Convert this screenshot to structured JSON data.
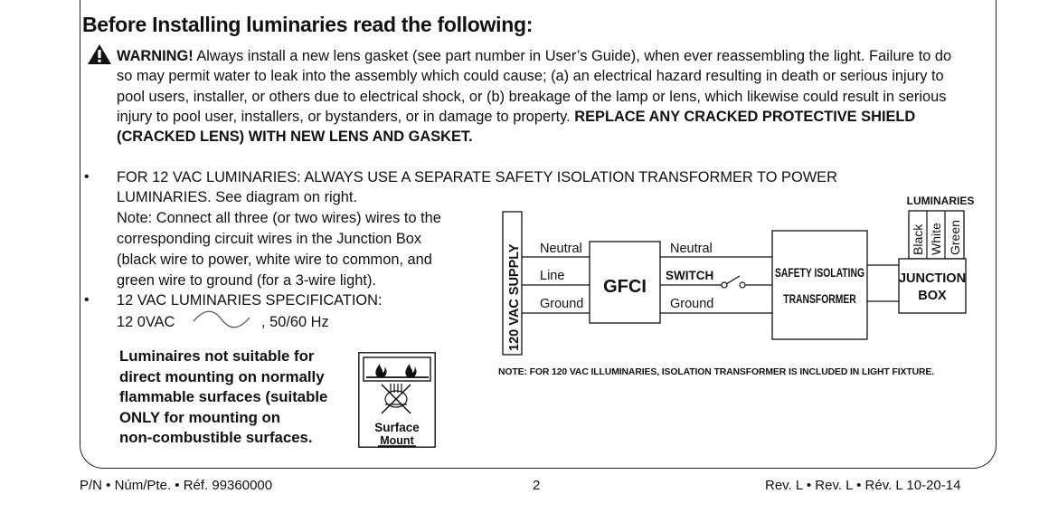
{
  "heading": "Before Installing luminaries read the following:",
  "warning": {
    "label": "WARNING!",
    "body": " Always install a new lens gasket (see part number in User’s Guide), when ever reassembling the light.  Failure to do so may permit water to leak into the assembly which could cause; (a) an electrical hazard resulting in death or serious injury to pool users, installer, or others due to electrical shock, or (b) breakage of the lamp or lens, which likewise could result in serious injury to pool user, installers, or bystanders, or in damage to property. ",
    "bold_tail": "REPLACE ANY CRACKED PROTECTIVE SHIELD (CRACKED LENS) WITH NEW LENS AND GASKET."
  },
  "bullet_1": {
    "line_1": "FOR 12 VAC LUMINARIES: ALWAYS USE A SEPARATE SAFETY ISOLATION TRANSFORMER TO POWER",
    "line_2": "LUMINARIES. See diagram on right.",
    "note_lines": [
      "Note: Connect all three (or two wires) wires to the",
      "corresponding circuit wires in the Junction Box",
      "(black wire to power, white wire to common, and",
      "green wire to ground (for a 3-wire light)."
    ]
  },
  "bullet_2": {
    "line_1": "12 VAC LUMINARIES SPECIFICATION:",
    "voltage": "12 0VAC",
    "frequency": ", 50/60 Hz"
  },
  "flammable_lines": [
    "Luminaires not suitable for",
    "direct mounting on normally",
    "flammable surfaces (suitable",
    "ONLY for mounting on",
    "non-combustible surfaces."
  ],
  "mount_icon": {
    "line_1": "Surface",
    "line_2": "Mount"
  },
  "diagram": {
    "supply": "120 VAC SUPPLY",
    "neutral_left": "Neutral",
    "line": "Line",
    "ground_left": "Ground",
    "gfci": "GFCI",
    "neutral_right": "Neutral",
    "switch": "SWITCH",
    "ground_right": "Ground",
    "transformer_1": "SAFETY ISOLATING",
    "transformer_2": "TRANSFORMER",
    "luminaries": "LUMINARIES",
    "wires": [
      "Black",
      "White",
      "Green"
    ],
    "junction_1": "JUNCTION",
    "junction_2": "BOX"
  },
  "diagram_note": "NOTE: FOR 120 VAC ILLUMINARIES, ISOLATION TRANSFORMER IS INCLUDED IN LIGHT FIXTURE.",
  "footer": {
    "part_number": "P/N • Núm/Pte. • Réf.  99360000",
    "page": "2",
    "revision": "Rev. L • Rev. L • Rév. L  10-20-14"
  }
}
